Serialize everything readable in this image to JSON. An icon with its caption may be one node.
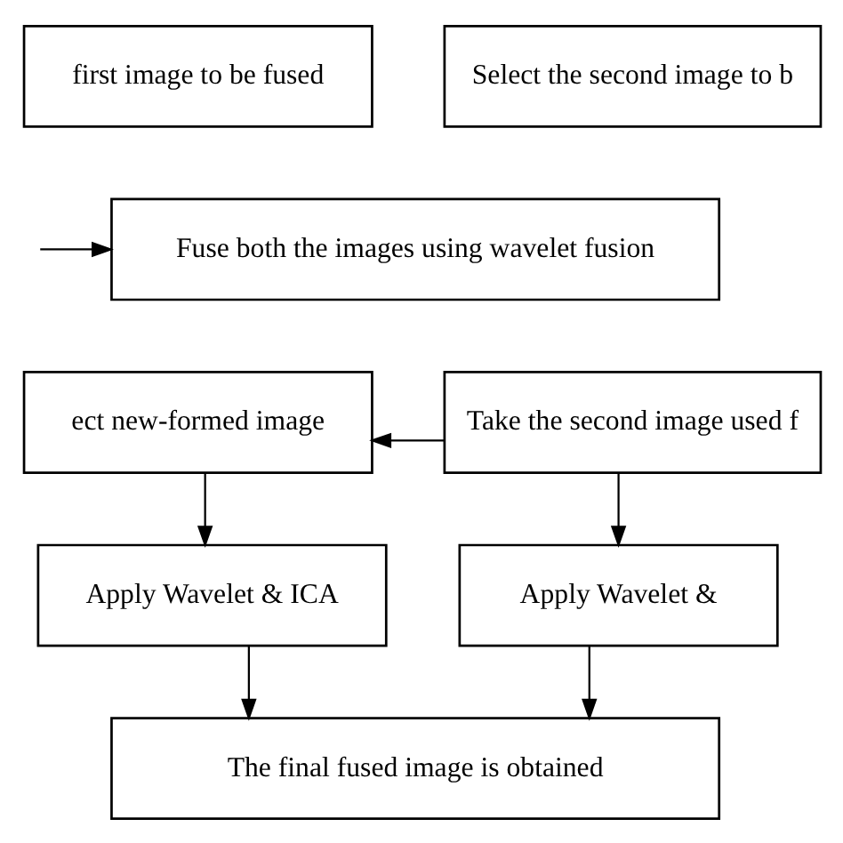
{
  "diagram": {
    "nodes": [
      {
        "text": [
          "first image to be fused"
        ]
      },
      {
        "text": [
          "Select the second image to b"
        ]
      },
      {
        "text": [
          "Fuse both the images using wavelet fusion"
        ]
      },
      {
        "text": [
          "ect new-formed image"
        ]
      },
      {
        "text": [
          "Take the second image used f"
        ]
      },
      {
        "text": [
          "Apply Wavelet & ICA"
        ]
      },
      {
        "text": [
          "Apply Wavelet &"
        ]
      },
      {
        "text": [
          "The final fused image is obtained"
        ]
      }
    ],
    "edges": [
      {
        "from": null,
        "to": 2,
        "arrow": "to"
      },
      {
        "from": 4,
        "to": 3,
        "arrow": "to"
      },
      {
        "from": 3,
        "to": 5,
        "arrow": "to"
      },
      {
        "from": 4,
        "to": 6,
        "arrow": "to"
      },
      {
        "from": 5,
        "to": 7,
        "arrow": "to"
      },
      {
        "from": 6,
        "to": 7,
        "arrow": "to"
      }
    ]
  }
}
